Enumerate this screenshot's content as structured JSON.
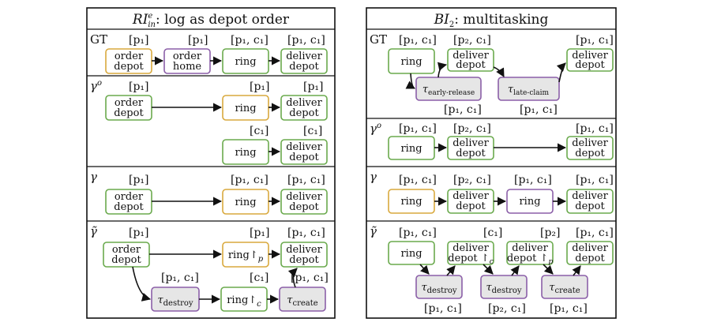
{
  "left": {
    "title_main": "RI",
    "title_sup": "e",
    "title_sub": "in",
    "title_rest": ": log as depot order",
    "rows": {
      "gt": "GT",
      "gamma_o": "γ",
      "gamma_o_sup": "o",
      "gamma": "γ",
      "gamma_tilde": "γ̃"
    }
  },
  "right": {
    "title_main": "BI",
    "title_sub": "2",
    "title_rest": ": multitasking",
    "rows": {
      "gt": "GT",
      "gamma_o": "γ",
      "gamma_o_sup": "o",
      "gamma": "γ",
      "gamma_tilde": "γ̃"
    }
  },
  "nodes": {
    "order_depot": [
      "order",
      "depot"
    ],
    "order_home": [
      "order",
      "home"
    ],
    "ring": "ring",
    "deliver_depot": [
      "deliver",
      "depot"
    ],
    "ring_p": "ring↾",
    "ring_p_sub": "p",
    "ring_c": "ring↾",
    "ring_c_sub": "c",
    "deliver_depot_c": [
      "deliver",
      "depot ↾"
    ],
    "deliver_depot_c_sub": "c",
    "deliver_depot_p": [
      "deliver",
      "depot ↾"
    ],
    "deliver_depot_p_sub": "p",
    "tau": "τ",
    "destroy": "destroy",
    "create": "create",
    "early_release": "early-release",
    "late_claim": "late-claim"
  },
  "labels": {
    "p1": "[p",
    "p1_tail": "1",
    "p1c1_a": "[p",
    "p1c1_b": "1",
    "p1c1_c": ", c",
    "p1c1_d": "1",
    "p2c1_a": "[p",
    "p2c1_b": "2",
    "c1_a": "[c",
    "c1_b": "1",
    "p2_a": "[p",
    "p2_b": "2",
    "close": "]",
    "p1_full": "[p₁]",
    "p2_full": "[p₂]",
    "c1_full": "[c₁]",
    "p1c1_full": "[p₁, c₁]",
    "p2c1_full": "[p₂, c₁]"
  }
}
